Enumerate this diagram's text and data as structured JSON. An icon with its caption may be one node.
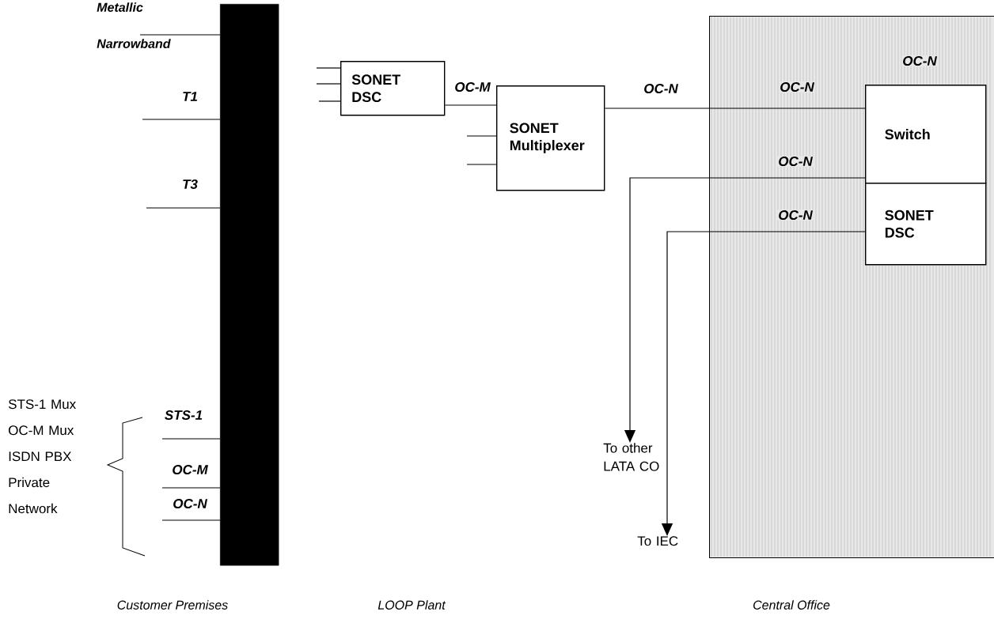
{
  "diagram": {
    "nodes": [
      {
        "text": [],
        "shape": "bar"
      },
      {
        "text": [
          "SONET DSC"
        ]
      },
      {
        "text": [
          "SONET Multiplexer"
        ]
      },
      {
        "text": [],
        "shape": "box"
      },
      {
        "text": [
          "Switch"
        ],
        "in": 3
      },
      {
        "text": [
          "SONET DSC"
        ],
        "in": 3
      },
      {
        "text": [
          "To other LATA CO"
        ]
      },
      {
        "text": [
          "To IEC"
        ]
      }
    ],
    "edges": [
      {
        "from": null,
        "to": 0,
        "arrow": "none",
        "label": "Metallic Narrowband"
      },
      {
        "from": null,
        "to": 0,
        "arrow": "none",
        "label": "T1"
      },
      {
        "from": null,
        "to": 0,
        "arrow": "none",
        "label": "T3"
      },
      {
        "from": null,
        "to": 0,
        "arrow": "none",
        "label": "STS-1"
      },
      {
        "from": null,
        "to": 0,
        "arrow": "none",
        "label": "OC-M"
      },
      {
        "from": null,
        "to": 0,
        "arrow": "none",
        "label": "OC-N"
      },
      {
        "from": null,
        "to": 1,
        "arrow": "none"
      },
      {
        "from": null,
        "to": 1,
        "arrow": "none"
      },
      {
        "from": null,
        "to": 1,
        "arrow": "none"
      },
      {
        "from": null,
        "to": 2,
        "arrow": "none"
      },
      {
        "from": null,
        "to": 2,
        "arrow": "none"
      },
      {
        "from": 1,
        "to": 2,
        "arrow": "none",
        "label": "OC-M"
      },
      {
        "from": 2,
        "to": 4,
        "arrow": "none",
        "label": "OC-N"
      },
      {
        "from": 4,
        "to": 6,
        "arrow": "to",
        "label": "OC-N"
      },
      {
        "from": 5,
        "to": 7,
        "arrow": "to",
        "label": "OC-N"
      }
    ],
    "labels": [
      "OC-N",
      "OC-N",
      "STS-1 Mux OC-M Mux ISDN PBX Private Network",
      "Customer Premises",
      "LOOP Plant",
      "Central Office"
    ]
  }
}
